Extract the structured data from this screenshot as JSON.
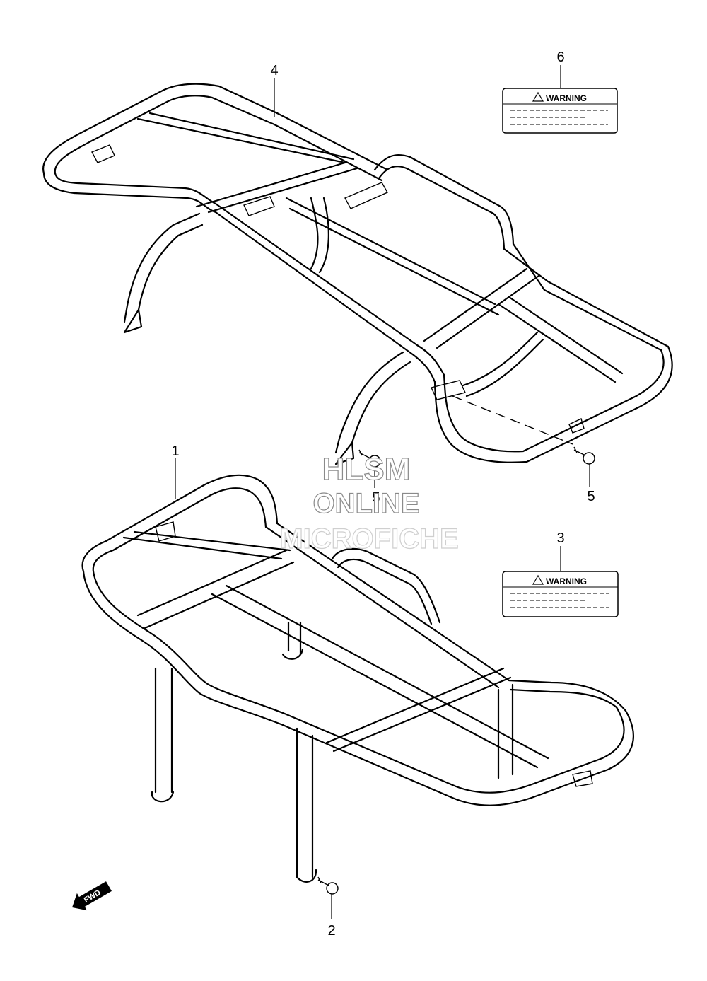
{
  "callouts": {
    "part1": "1",
    "part2": "2",
    "part3": "3",
    "part4": "4",
    "part5a": "5",
    "part5b": "5",
    "part6": "6"
  },
  "labels": {
    "upper_warning": "WARNING",
    "lower_warning": "WARNING"
  },
  "direction_marker": "FWD",
  "watermark": {
    "line1": "HLSM",
    "line2": "ONLINE",
    "line3": "MICROFICHE"
  }
}
